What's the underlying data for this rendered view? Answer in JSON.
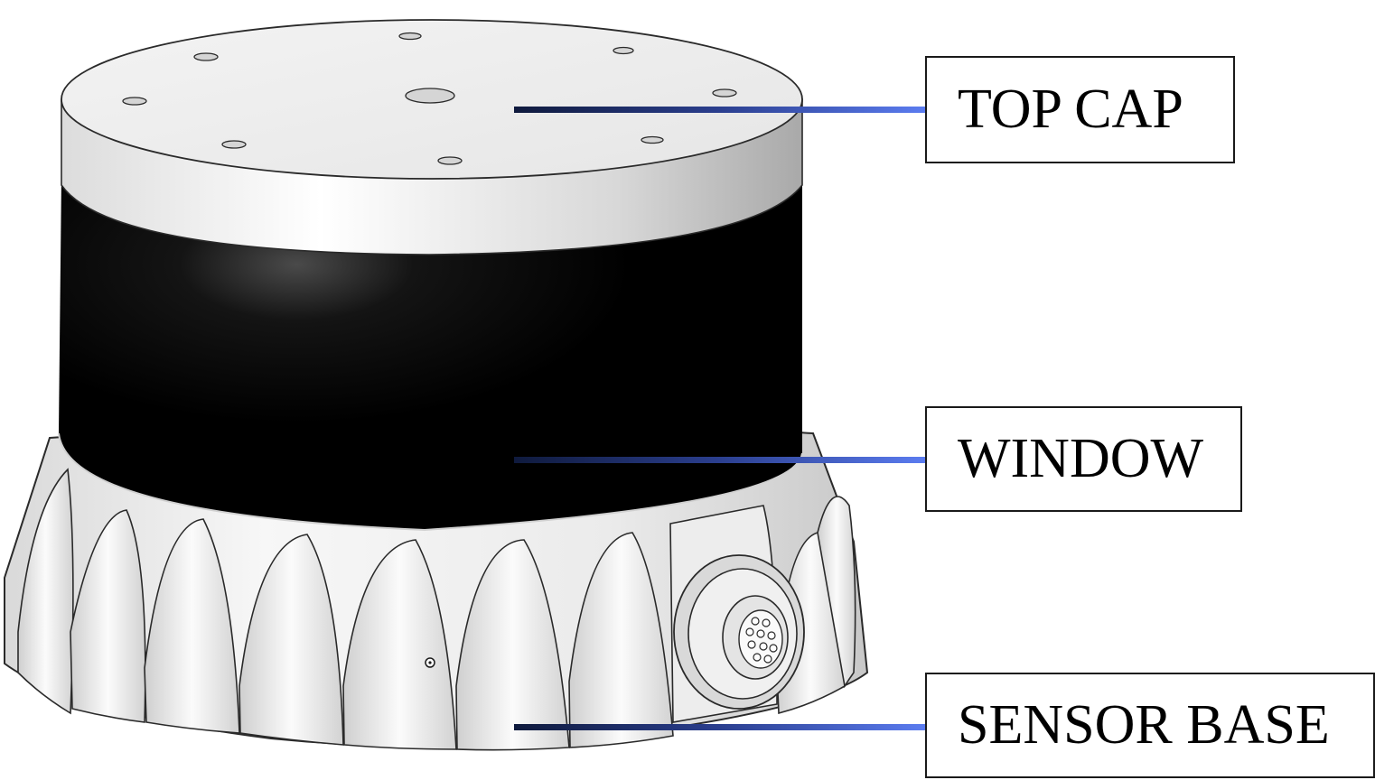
{
  "labels": {
    "top_cap": "TOP CAP",
    "window": "WINDOW",
    "sensor_base": "SENSOR BASE"
  },
  "colors": {
    "leader_dark": "#0f1a3d",
    "leader_light": "#5b7cf0",
    "window_body": "#000000",
    "cap_light": "#f2f2f2",
    "cap_shadow": "#9a9a9a",
    "base_light": "#f4f4f4",
    "base_shadow": "#b9b9b9",
    "outline": "#2a2a2a"
  }
}
